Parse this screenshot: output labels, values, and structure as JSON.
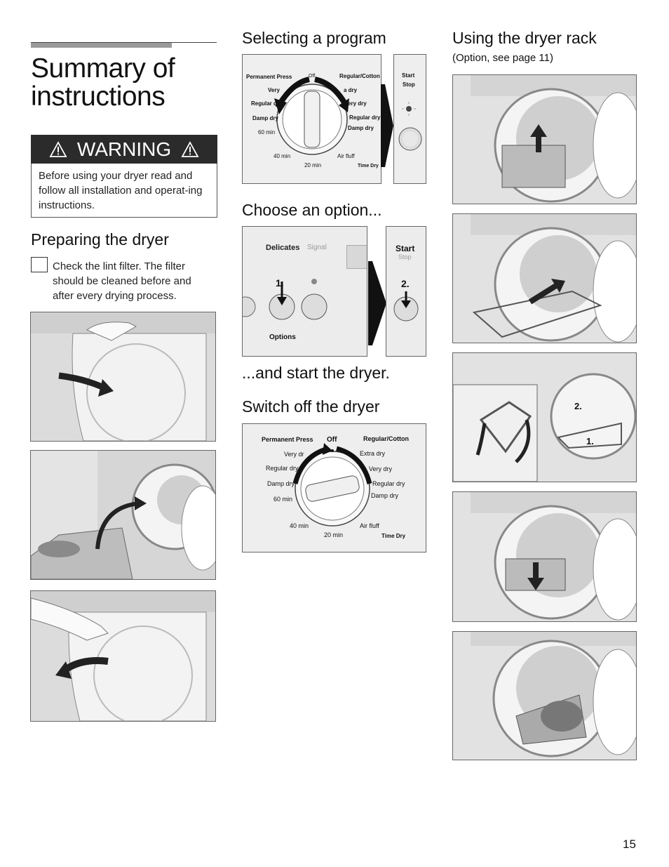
{
  "page": {
    "title": "Summary of instructions",
    "page_number": "15"
  },
  "warning": {
    "label": "WARNING",
    "body": "Before using your dryer read and follow all installation and operat-ing instructions."
  },
  "preparing": {
    "heading": "Preparing the dryer",
    "text": "Check the lint filter. The filter should be cleaned before and after every drying process."
  },
  "selecting": {
    "heading": "Selecting a program",
    "dial_labels": {
      "permanent_press": "Permanent Press",
      "off": "Off",
      "regular_cotton": "Regular/Cotton",
      "very": "Very",
      "extra_dry": "a dry",
      "regular_d": "Regular d",
      "very_dry": "ery dry",
      "damp_dry_left": "Damp dry",
      "regular_dry": "Regular dry",
      "damp_dry_right": "Damp dry",
      "min60": "60 min",
      "min40": "40 min",
      "air_fluff": "Air fluff",
      "min20": "20 min",
      "time_dry": "Time Dry"
    },
    "start_label": "Start",
    "stop_label": "Stop"
  },
  "option": {
    "heading": "Choose an option...",
    "delicates": "Delicates",
    "signal": "Signal",
    "options": "Options",
    "step1": "1.",
    "step2": "2.",
    "start": "Start",
    "stop": "Stop"
  },
  "start_dryer": {
    "heading": "...and start the dryer."
  },
  "switch_off": {
    "heading": "Switch off the dryer",
    "dial_labels": {
      "permanent_press": "Permanent Press",
      "off": "Off",
      "regular_cotton": "Regular/Cotton",
      "very_dry_left": "Very dr",
      "extra_dry": "Extra dry",
      "regular_dry_left": "Regular dry",
      "very_dry_right": "Very dry",
      "damp_dry_left": "Damp dry",
      "regular_dry_right": "Regular dry",
      "damp_dry_right": "Damp dry",
      "min60": "60 min",
      "min40": "40 min",
      "air_fluff": "Air fluff",
      "min20": "20 min",
      "time_dry": "Time Dry"
    }
  },
  "rack": {
    "heading": "Using the dryer rack",
    "subheading": "(Option, see page 11)",
    "step2": "2.",
    "step1": "1."
  }
}
